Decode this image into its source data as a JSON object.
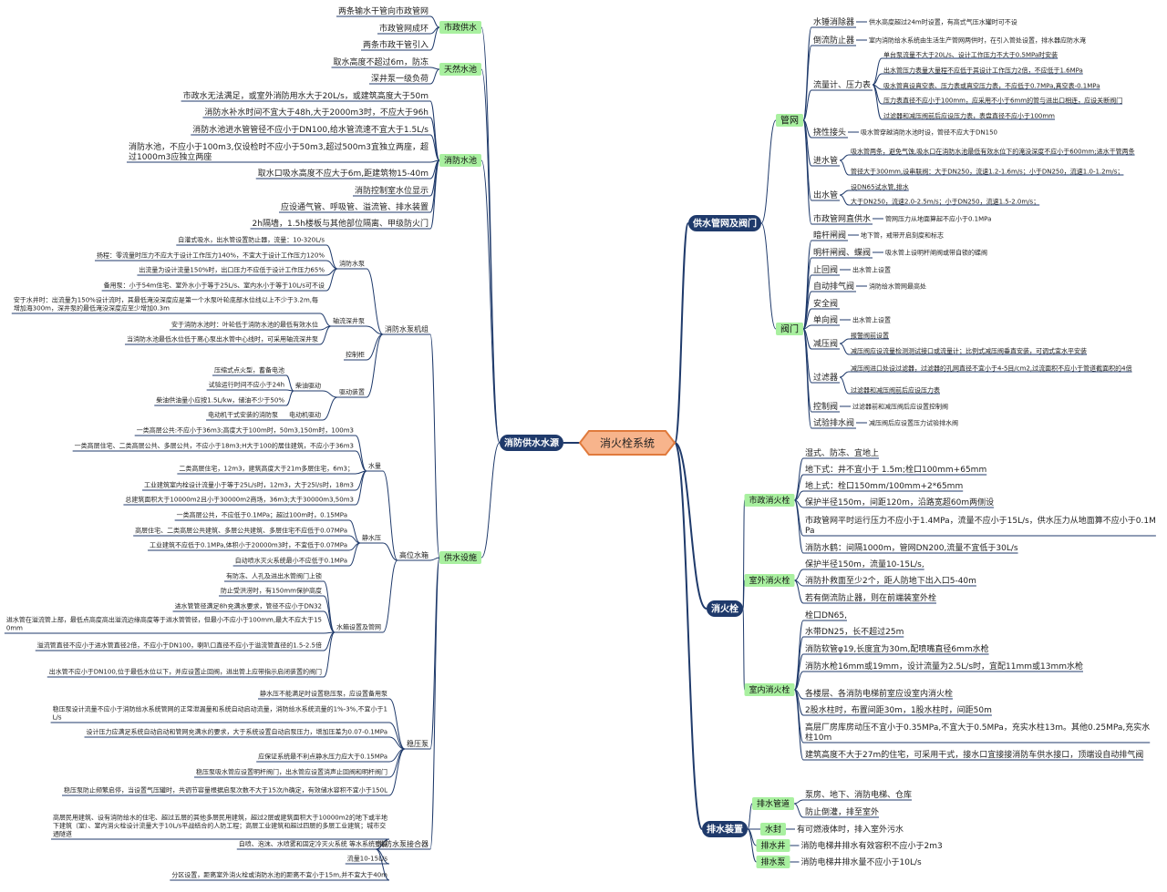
{
  "colors": {
    "root_fill": "#f7b48c",
    "root_stroke": "#e07a3c",
    "main_fill": "#1f3a6b",
    "l2_fill": "#a9f0a0",
    "line": "#1f3a6b"
  },
  "root": "消火栓系统",
  "left": [
    {
      "label": "消防供水水源",
      "groups": [
        {
          "label": "市政供水",
          "items": [
            "两条输水干管向市政管网",
            "市政管网成环",
            "两条市政干管引入"
          ]
        },
        {
          "label": "天然水池",
          "items": [
            "取水高度不超过6m，防冻",
            "深井泵一级负荷"
          ]
        },
        {
          "label": "消防水池",
          "items": [
            "市政水无法满足，或室外消防用水大于20L/s，或建筑高度大于50m",
            "消防水补水时间不宜大于48h,大于2000m3时，不应大于96h",
            "消防水池进水管管径不应小于DN100,给水管流速不宜大于1.5L/s",
            "消防水池，不应小于100m3,仅设检时不应小于50m3,超过500m3宜独立两座，超过1000m3应独立两座",
            "取水口吸水高度不应大于6m,距建筑物15-40m",
            "消防控制室水位显示",
            "应设通气管、呼吸管、溢流管、排水装置",
            "2h隔墙，1.5h楼板与其他部位隔离、甲级防火门"
          ]
        },
        {
          "label": "供水设施",
          "subgroups": [
            {
              "label": "消防水泵机组",
              "subs": [
                {
                  "label": "消防水泵",
                  "items": [
                    "自灌式吸水，出水管设置防止器，流量：10-320L/s",
                    "扬程：零流量时压力不应大于设计工作压力140%，不宜大于设计工作压力120%",
                    "出流量为设计流量150%时，出口压力不应低于设计工作压力65%",
                    "备用泵：小于54m住宅、室外水小于等于25L/s、室内水小于等于10L/s可不设"
                  ]
                },
                {
                  "label": "轴流深井泵",
                  "items": [
                    "安于水井时：出流量为150%设计流时，其最低淹没深度应是第一个水泵叶轮底部水位线以上不少于3.2m,每增加海300m，深井泵的最低淹没深度应至少增加0.3m",
                    "安于消防水池时：叶轮低于消防水池的最低有效水位",
                    "当消防水池最低水位低于离心泵出水管中心线时，可采用轴流深井泵"
                  ]
                },
                {
                  "label": "控制柜",
                  "items": []
                },
                {
                  "label": "驱动装置",
                  "mini": [
                    {
                      "label": "柴油驱动",
                      "items": [
                        "压缩式点火型，蓄备电池",
                        "试验运行时间不应小于24h",
                        "柴油供油量小应按1.5L/kw，储油不少于50%"
                      ]
                    },
                    {
                      "label": "电动机驱动",
                      "items": [
                        "电动机干式安装的消防泵"
                      ]
                    }
                  ]
                }
              ]
            },
            {
              "label": "高位水箱",
              "subs": [
                {
                  "label": "水量",
                  "items": [
                    "一类高层公共:不应小于36m3;高度大于100m时，50m3,150m时，100m3",
                    "一类高层住宅、二类高层公共、多层公共，不应小于18m3;H大于100的居住建筑，不应小于36m3",
                    "二类高层住宅，12m3，建筑高度大于21m多层住宅，6m3；",
                    "工业建筑室内栓设计流量小于等于25L/s时，12m3，大于25l/s时，18m3",
                    "总建筑面积大于10000m2且小于30000m2商场，36m3;大于30000m3,50m3"
                  ]
                },
                {
                  "label": "静水压",
                  "items": [
                    "一类高层公共，不应低于0.1MPa；超过100m时，0.15MPa",
                    "高层住宅、二类高层公共建筑、多层公共建筑、多层住宅不应低于0.07MPa",
                    "工业建筑不应低于0.1MPa,体积小于20000m3时，不宜低于0.07MPa",
                    "自动喷水灭火系统最小不应低于0.1MPa"
                  ]
                },
                {
                  "label": "水箱设置及管网",
                  "items": [
                    "有防冻、人孔及进出水管阀门上锁",
                    "防止受洪涝时，有150mm保护高度",
                    "进水管管径满足8h充满水要求，管径不应小于DN32",
                    "进水管在溢流管上部，最低点高度高出溢流边缘高度等于进水管管径，但最小不应小于100mm,最大不应大于150mm",
                    "溢流管直径不应小于进水管直径2倍，不应小于DN100，喇叭口直径不应小于溢流管直径的1.5-2.5倍",
                    "出水管不应小于DN100,位于最低水位以下，并应设置止回阀，进出管上应带指示启闭装置的阀门"
                  ]
                }
              ]
            },
            {
              "label": "稳压泵",
              "items": [
                "静水压不能满足时设置稳压泵，应设置备用泵",
                "稳压泵设计流量不应小于消防给水系统管网的正常泄漏量和系统自动启动流量，消防给水系统流量的1%-3%,不宜小于1L/s",
                "设计压力应满足系统自动启动和管网充满水的要求，大于系统设置自动启泵压力，增加压差为0.07-0.1MPa",
                "应保证系统最不利点静水压力应大于0.15MPa",
                "稳压泵吸水管应设置明杆阀门，出水管应设置消声止回阀和明杆阀门",
                "稳压泵防止频繁启停，当设置气压罐时，共调节容量根据启泵次数不大于15次/h确定，有效储水容积不宜小于150L"
              ]
            },
            {
              "label": "消防水泵接合器",
              "items": [
                "高层民用建筑、设有消防给水的住宅、超过五层的其他多层民用建筑，超过2层或建筑面积大于10000m2的地下或半地下建筑（室）、室内消火栓设计流量大于10L/s平战结合的人防工程；高层工业建筑和超过四层的多层工业建筑；城市交通隧道",
                "自喷、泡沫、水喷雾和固定冷灭火系统 等水系统要设",
                "流量10-15L/s",
                "分区设置，距离室外消火栓或消防水池的距离不宜小于15m,并不宜大于40m"
              ]
            }
          ]
        }
      ]
    }
  ],
  "right": [
    {
      "label": "供水管网及阀门",
      "groups": [
        {
          "label": "管网",
          "items": [
            {
              "label": "水锤消除器",
              "notes": [
                "供水高度超过24m时设置，有高式气压水罐时可不设"
              ]
            },
            {
              "label": "倒流防止器",
              "notes": [
                "室内消防给水系统由生活生产管网两供时，在引入管处设置，排水器应防水淹"
              ]
            },
            {
              "label": "流量计、压力表",
              "notes": [
                "单台泵流量不大于20L/s、设计工作压力不大于0.5MPa时安装",
                "出水管压力表量大量程不应低于其设计工作压力2倍，不应低于1.6MPa",
                "吸水管真设真空表、压力表或真空压力表，不应低于0.7MPa,真空表-0.1MPa",
                "压力表直径不应小于100mm，应采用不小于6mm的管与进出口相连，应设关断阀门",
                "过滤器和减压阀前后应设压力表，表盘直径不应小于100mm"
              ]
            },
            {
              "label": "挠性接头",
              "notes": [
                "吸水管穿越消防水池时设，管径不应大于DN150"
              ]
            },
            {
              "label": "进水管",
              "notes": [
                "吸水管两条，避免气蚀,吸水口在消防水池最低有效水位下的淹没深度不应小于600mm;进水干管两条",
                "管径大于300mm,设串联阀：大于DN250，流速1.2-1.6m/s；小于DN250，流速1.0-1.2m/s；"
              ]
            },
            {
              "label": "出水管",
              "notes": [
                "设DN65试水管,排水",
                "大于DN250，流速2.0-2.5m/s；小于DN250，流速1.5-2.0m/s；"
              ]
            },
            {
              "label": "市政管网直供水",
              "notes": [
                "管网压力从地面算起不应小于0.1MPa"
              ]
            }
          ]
        },
        {
          "label": "阀门",
          "items": [
            {
              "label": "暗杆闸阀",
              "notes": [
                "地下管，戒带开启刻度和标志"
              ]
            },
            {
              "label": "明杆闸阀、蝶阀",
              "notes": [
                "吸水管上设明杆闸阀或带自锁的蝶阀"
              ]
            },
            {
              "label": "止回阀",
              "notes": [
                "出水管上设置"
              ]
            },
            {
              "label": "自动排气阀",
              "notes": [
                "消防给水管网最高处"
              ]
            },
            {
              "label": "安全阀",
              "notes": []
            },
            {
              "label": "单向阀",
              "notes": [
                "出水管上设置"
              ]
            },
            {
              "label": "减压阀",
              "notes": [
                "报警阀前设置",
                "减压阀应设流量检测测试接口或流量计；比例式减压阀垂直安装，可调式宜水平安装"
              ]
            },
            {
              "label": "过滤器",
              "notes": [
                "减压阀进口处设过滤器，过滤器的孔网直径不宜小于4-5目/cm2,过流面积不应小于管道截面积的4倍",
                "过滤器和减压阀前后应设压力表"
              ]
            },
            {
              "label": "控制阀",
              "notes": [
                "过滤器前和减压阀后应设置控制阀"
              ]
            },
            {
              "label": "试验排水阀",
              "notes": [
                "减压阀后应设置压力试验排水阀"
              ]
            }
          ]
        }
      ]
    },
    {
      "label": "消火栓",
      "groups": [
        {
          "label": "市政消火栓",
          "items": [
            "湿式、防冻、宜地上",
            "地下式：井不宜小于 1.5m;栓口100mm+65mm",
            "地上式：栓口150mm/100mm+2*65mm",
            "保护半径150m，间距120m，沿路宽超60m两侧设",
            "市政管网平时运行压力不应小于1.4MPa，流量不应小于15L/s，供水压力从地面算不应小于0.1MPa",
            "消防水鹤：间隔1000m，管网DN200,流量不宜低于30L/s"
          ]
        },
        {
          "label": "室外消火栓",
          "items": [
            "保护半径150m，流量10-15L/s,",
            "消防扑救面至少2个，距人防地下出入口5-40m",
            "若有倒流防止器，则在前端装室外栓"
          ]
        },
        {
          "label": "室内消火栓",
          "items": [
            "栓口DN65,",
            "水带DN25，长不超过25m",
            "消防软管φ19,长度宜为30m,配喷嘴直径6mm水枪",
            "消防水枪16mm或19mm，设计流量为2.5L/s时，宜配11mm或13mm水枪",
            "各楼层、各消防电梯前室应设室内消火栓",
            "2股水柱时，布置间距30m，1股水柱时，间距50m",
            "高层厂房库房动压不宜小于0.35MPa,不宜大于0.5MPa，充实水柱13m。其他0.25MPa,充实水柱10m",
            "建筑高度不大于27m的住宅，可采用干式，接水口宜接接消防车供水接口，顶端设自动排气阀"
          ]
        }
      ]
    },
    {
      "label": "排水装置",
      "groups": [
        {
          "label": "排水管道",
          "items": [
            "泵房、地下、消防电梯、仓库",
            "防止倒灌，排至室外"
          ]
        },
        {
          "label": "水封",
          "items": [
            "有可燃液体时，排入室外污水"
          ]
        },
        {
          "label": "排水井",
          "items": [
            "消防电梯井排水有效容积不应小于2m3"
          ]
        },
        {
          "label": "排水泵",
          "items": [
            "消防电梯井排水量不应小于10L/s"
          ]
        }
      ]
    }
  ]
}
